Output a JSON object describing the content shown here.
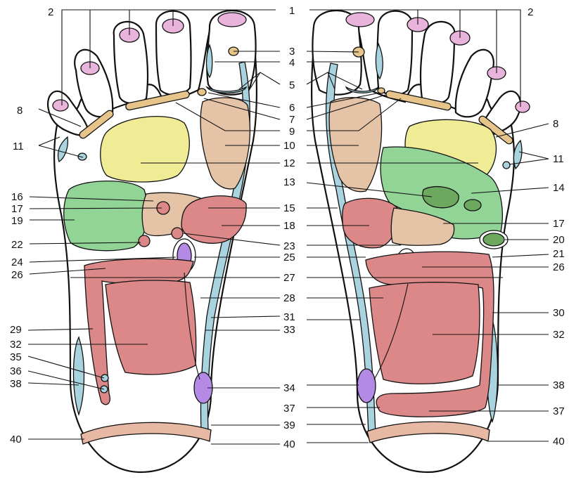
{
  "colors": {
    "toe_tip": "#e8b4dc",
    "spine": "#a9d4df",
    "shoulder": "#e6c48a",
    "lung": "#f0ec96",
    "tan": "#e4c3a6",
    "red": "#dc8888",
    "green": "#92d396",
    "dark_green": "#6ca85e",
    "purple": "#b48ae6",
    "sciatic": "#e7b8a4"
  },
  "numbers": {
    "n1": "1",
    "n2": "2",
    "n3": "3",
    "n4": "4",
    "n5": "5",
    "n6": "6",
    "n7": "7",
    "n8": "8",
    "n9": "9",
    "n10": "10",
    "n11": "11",
    "n12": "12",
    "n13": "13",
    "n14": "14",
    "n15": "15",
    "n16": "16",
    "n17": "17",
    "n18": "18",
    "n19": "19",
    "n20": "20",
    "n21": "21",
    "n22": "22",
    "n23": "23",
    "n24": "24",
    "n25": "25",
    "n26": "26",
    "n27": "27",
    "n28": "28",
    "n29": "29",
    "n30": "30",
    "n31": "31",
    "n32": "32",
    "n33": "33",
    "n34": "34",
    "n35": "35",
    "n36": "36",
    "n37": "37",
    "n38": "38",
    "n39": "39",
    "n40": "40"
  }
}
